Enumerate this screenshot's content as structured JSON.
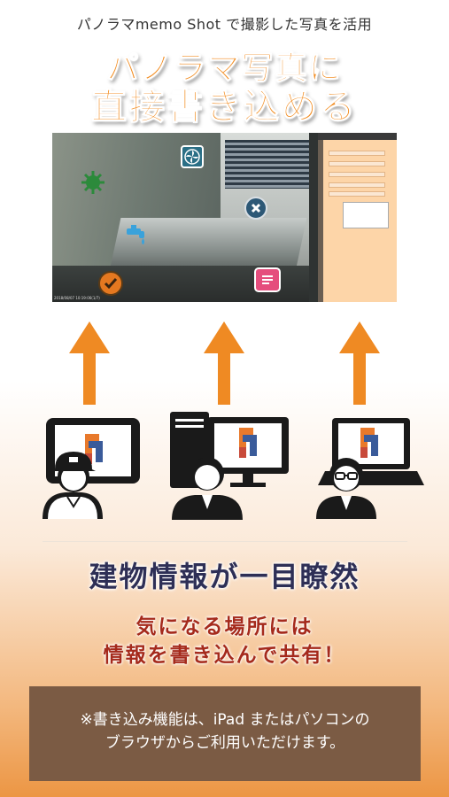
{
  "header": {
    "subtitle": "パノラマmemo Shot で撮影した写真を活用",
    "headline_line1": "パノラマ写真に",
    "headline_line2": "直接書き込める"
  },
  "screenshot": {
    "status_text": "2018/08/07 10:19:06(1/7)"
  },
  "users": [
    {
      "role": "worker-with-helmet",
      "device": "tablet"
    },
    {
      "role": "office-worker",
      "device": "desktop-pc"
    },
    {
      "role": "worker-with-glasses",
      "device": "laptop"
    }
  ],
  "main": {
    "title": "建物情報が一目瞭然",
    "caption_line1": "気になる場所には",
    "caption_line2": "情報を書き込んで共有！"
  },
  "note": {
    "line1": "※書き込み機能は、iPad またはパソコンの",
    "line2": "ブラウザからご利用いただけます。"
  },
  "colors": {
    "accent_orange": "#f28a1c",
    "navy": "#2e2f56",
    "red": "#a52a1c",
    "note_bg": "#7b5b44"
  }
}
